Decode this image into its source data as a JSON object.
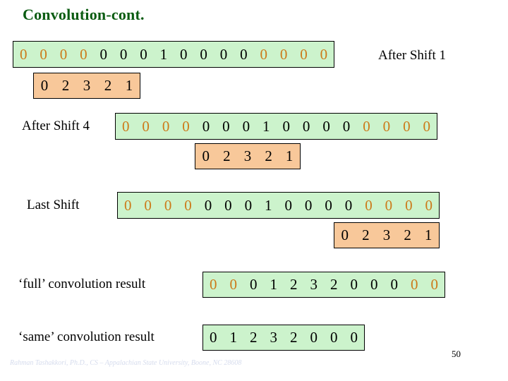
{
  "slide": {
    "title": "Convolution-cont.",
    "page_number": "50",
    "footer": "Rahman Tashakkori, Ph.D., CS – Appalachian State University, Boone, NC 28608",
    "colors": {
      "title": "#0b5c12",
      "signal_strip": "#ccf3cc",
      "kernel_strip": "#f8c89a",
      "border": "#000000",
      "dim_digit": "#cc7a1a",
      "footer": "#d6dced"
    }
  },
  "rows": [
    {
      "id": "after-shift-1",
      "label": "After Shift 1",
      "label_position": "right",
      "signal": {
        "values": [
          "0",
          "0",
          "0",
          "0",
          "0",
          "0",
          "0",
          "1",
          "0",
          "0",
          "0",
          "0",
          "0",
          "0",
          "0",
          "0"
        ],
        "dim_flags": [
          true,
          true,
          true,
          true,
          false,
          false,
          false,
          false,
          false,
          false,
          false,
          false,
          true,
          true,
          true,
          true
        ]
      },
      "kernel": {
        "values": [
          "0",
          "2",
          "3",
          "2",
          "1"
        ],
        "dim_flags": [
          false,
          false,
          false,
          false,
          false
        ]
      }
    },
    {
      "id": "after-shift-4",
      "label": "After Shift 4",
      "label_position": "left",
      "signal": {
        "values": [
          "0",
          "0",
          "0",
          "0",
          "0",
          "0",
          "0",
          "1",
          "0",
          "0",
          "0",
          "0",
          "0",
          "0",
          "0",
          "0"
        ],
        "dim_flags": [
          true,
          true,
          true,
          true,
          false,
          false,
          false,
          false,
          false,
          false,
          false,
          false,
          true,
          true,
          true,
          true
        ]
      },
      "kernel": {
        "values": [
          "0",
          "2",
          "3",
          "2",
          "1"
        ],
        "dim_flags": [
          false,
          false,
          false,
          false,
          false
        ]
      }
    },
    {
      "id": "last-shift",
      "label": "Last Shift",
      "label_position": "left",
      "signal": {
        "values": [
          "0",
          "0",
          "0",
          "0",
          "0",
          "0",
          "0",
          "1",
          "0",
          "0",
          "0",
          "0",
          "0",
          "0",
          "0",
          "0"
        ],
        "dim_flags": [
          true,
          true,
          true,
          true,
          false,
          false,
          false,
          false,
          false,
          false,
          false,
          false,
          true,
          true,
          true,
          true
        ]
      },
      "kernel": {
        "values": [
          "0",
          "2",
          "3",
          "2",
          "1"
        ],
        "dim_flags": [
          false,
          false,
          false,
          false,
          false
        ]
      }
    }
  ],
  "results": [
    {
      "id": "full-result",
      "label": "‘full’ convolution result",
      "values": [
        "0",
        "0",
        "0",
        "1",
        "2",
        "3",
        "2",
        "0",
        "0",
        "0",
        "0",
        "0"
      ],
      "dim_flags": [
        true,
        true,
        false,
        false,
        false,
        false,
        false,
        false,
        false,
        false,
        true,
        true
      ]
    },
    {
      "id": "same-result",
      "label": "‘same’ convolution result",
      "values": [
        "0",
        "1",
        "2",
        "3",
        "2",
        "0",
        "0",
        "0"
      ],
      "dim_flags": [
        false,
        false,
        false,
        false,
        false,
        false,
        false,
        false
      ]
    }
  ]
}
